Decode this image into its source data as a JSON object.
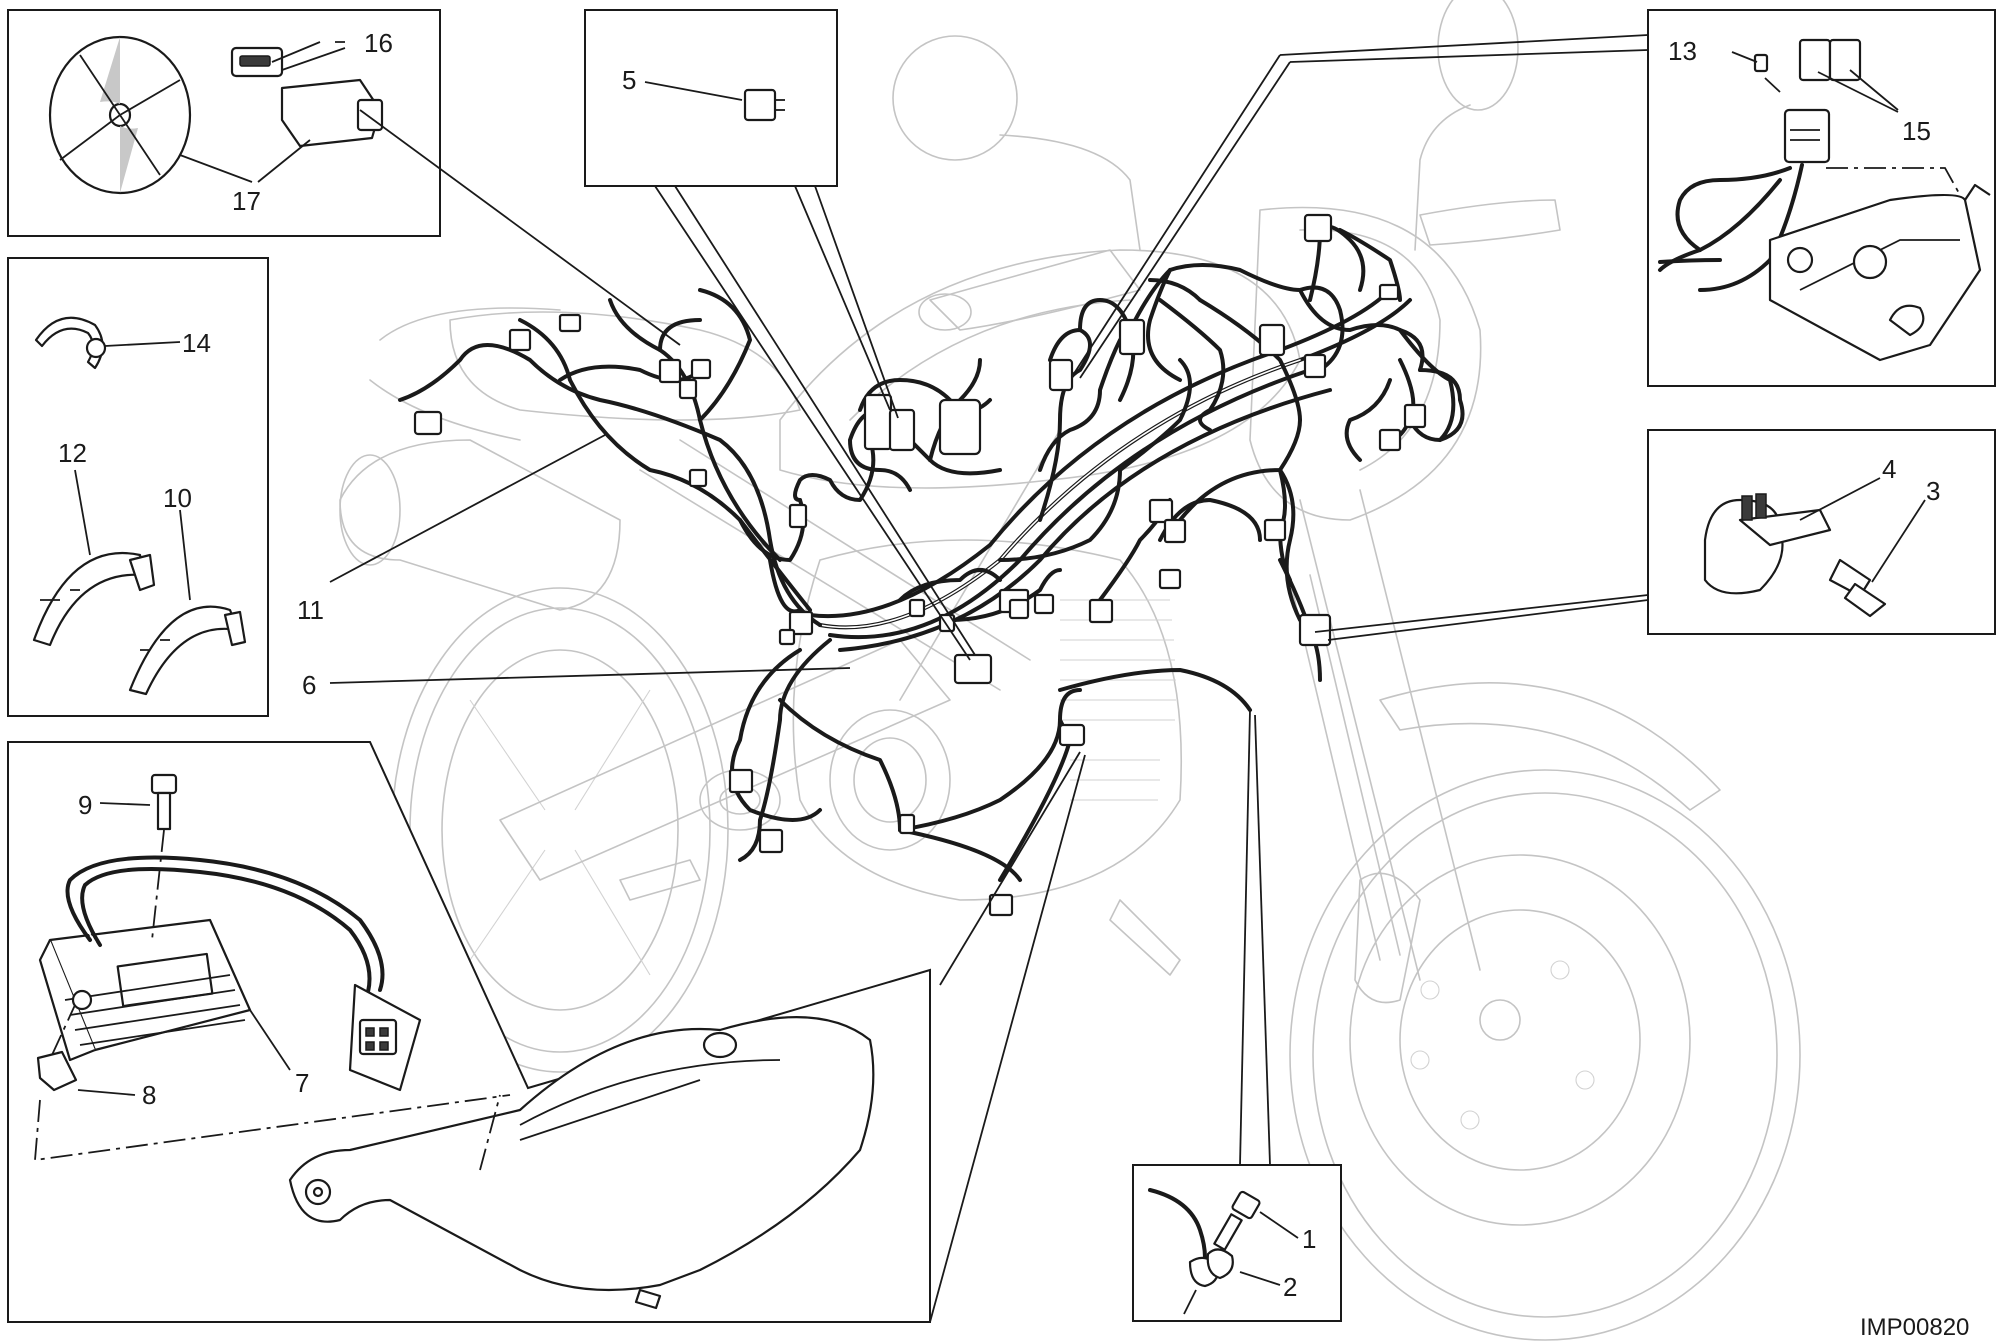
{
  "figure": {
    "reference_code": "IMP00820",
    "callouts": [
      {
        "id": "1",
        "text": "1"
      },
      {
        "id": "2",
        "text": "2"
      },
      {
        "id": "3",
        "text": "3"
      },
      {
        "id": "4",
        "text": "4"
      },
      {
        "id": "5",
        "text": "5"
      },
      {
        "id": "6",
        "text": "6"
      },
      {
        "id": "7",
        "text": "7"
      },
      {
        "id": "8",
        "text": "8"
      },
      {
        "id": "9",
        "text": "9"
      },
      {
        "id": "10",
        "text": "10"
      },
      {
        "id": "11",
        "text": "11"
      },
      {
        "id": "12",
        "text": "12"
      },
      {
        "id": "13",
        "text": "13"
      },
      {
        "id": "14",
        "text": "14"
      },
      {
        "id": "15",
        "text": "15"
      },
      {
        "id": "16",
        "text": "16"
      },
      {
        "id": "17",
        "text": "17"
      }
    ]
  },
  "colors": {
    "ink": "#1a1a1a",
    "ghost_outline": "#c4c4c4",
    "background": "#ffffff"
  }
}
